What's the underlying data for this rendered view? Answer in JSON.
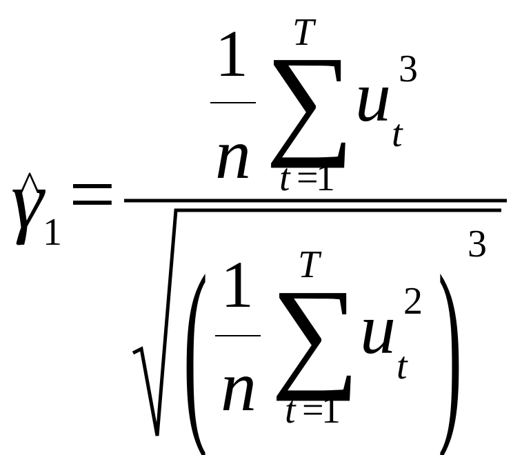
{
  "formula": {
    "lhs": {
      "symbol": "γ",
      "accent": "^",
      "subscript": "1"
    },
    "equals": "=",
    "numerator": {
      "frac_num": "1",
      "frac_den": "n",
      "sigma": "∑",
      "sum_upper": "T",
      "sum_lower_var": "t",
      "sum_lower_eq": "=",
      "sum_lower_val": "1",
      "term_base": "u",
      "term_sub": "t",
      "term_exp": "3"
    },
    "denominator": {
      "frac_num": "1",
      "frac_den": "n",
      "sigma": "∑",
      "sum_upper": "T",
      "sum_lower_var": "t",
      "sum_lower_eq": "=",
      "sum_lower_val": "1",
      "term_base": "u",
      "term_sub": "t",
      "term_exp": "2",
      "outer_exp": "3"
    }
  }
}
